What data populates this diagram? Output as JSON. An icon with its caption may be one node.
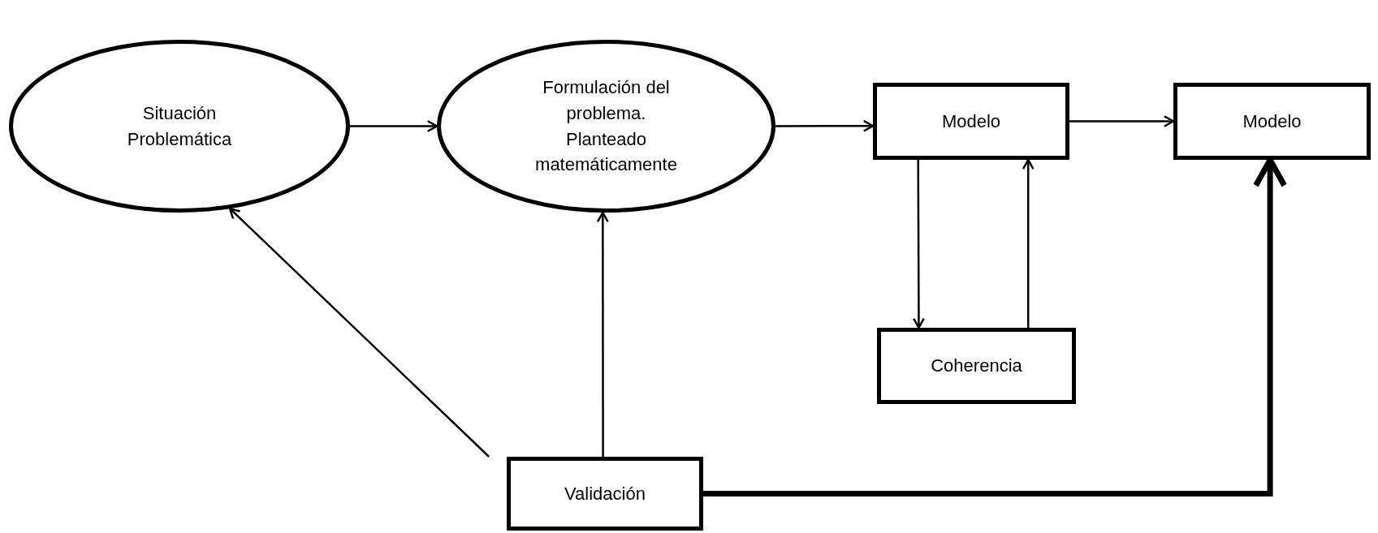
{
  "diagram": {
    "nodes": [
      {
        "text": [
          "Situación Problemática"
        ]
      },
      {
        "text": [
          "Formulación del problema. Planteado matemáticamente"
        ]
      },
      {
        "text": [
          "Modelo"
        ]
      },
      {
        "text": [
          "Modelo"
        ]
      },
      {
        "text": [
          "Coherencia"
        ]
      },
      {
        "text": [
          "Validación"
        ]
      }
    ],
    "edges": [
      {
        "from": 0,
        "to": 1,
        "arrow": "to"
      },
      {
        "from": 1,
        "to": 2,
        "arrow": "to"
      },
      {
        "from": 2,
        "to": 3,
        "arrow": "to"
      },
      {
        "from": 2,
        "to": 4,
        "arrow": "to"
      },
      {
        "from": 4,
        "to": 2,
        "arrow": "to"
      },
      {
        "from": 5,
        "to": 0,
        "arrow": "to"
      },
      {
        "from": 5,
        "to": 1,
        "arrow": "to"
      },
      {
        "from": 5,
        "to": 3,
        "arrow": "to",
        "style": "thick"
      }
    ]
  }
}
